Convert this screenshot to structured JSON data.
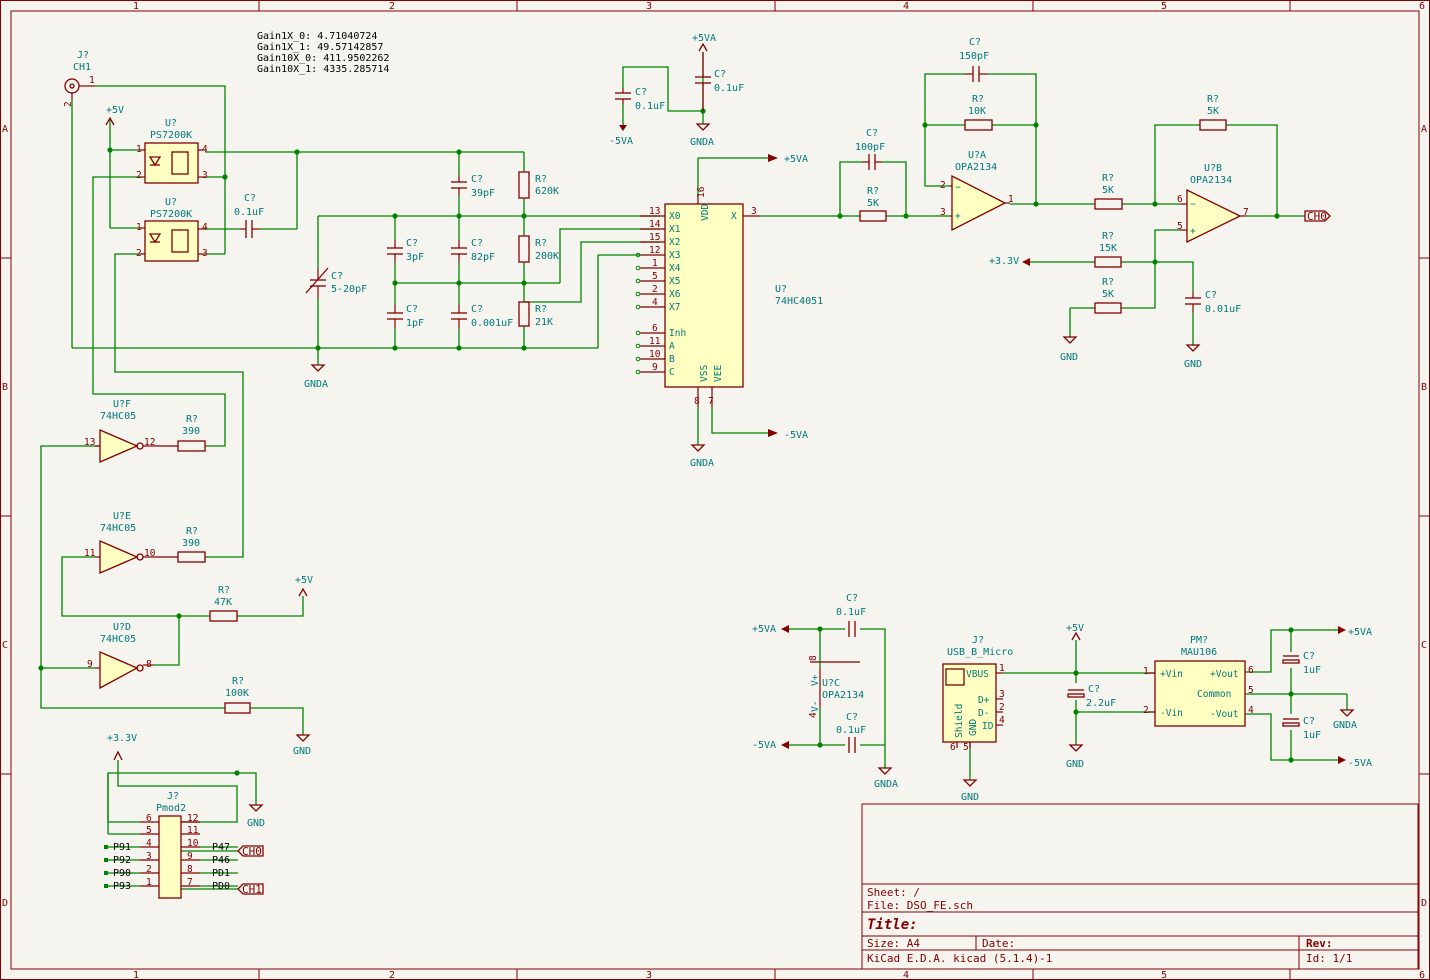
{
  "border": {
    "columns": [
      "1",
      "2",
      "3",
      "4",
      "5",
      "6"
    ],
    "rows": [
      "A",
      "B",
      "C",
      "D"
    ]
  },
  "notes": [
    "Gain1X_0: 4.71040724",
    "Gain1X_1: 49.57142857",
    "Gain10X_0: 411.9502262",
    "Gain10X_1: 4335.285714"
  ],
  "connector_ch1": {
    "ref": "J?",
    "value": "CH1",
    "pin1": "1",
    "pin2": "2"
  },
  "relays": [
    {
      "ref": "U?",
      "value": "PS7200K",
      "pins": [
        "1",
        "2",
        "4",
        "3"
      ]
    },
    {
      "ref": "U?",
      "value": "PS7200K",
      "pins": [
        "1",
        "2",
        "4",
        "3"
      ]
    }
  ],
  "inverters": [
    {
      "ref": "U?F",
      "value": "74HC05",
      "in": "13",
      "out": "12"
    },
    {
      "ref": "U?E",
      "value": "74HC05",
      "in": "11",
      "out": "10"
    },
    {
      "ref": "U?D",
      "value": "74HC05",
      "in": "9",
      "out": "8"
    }
  ],
  "resistors": [
    {
      "ref": "R?",
      "value": "620K"
    },
    {
      "ref": "R?",
      "value": "200K"
    },
    {
      "ref": "R?",
      "value": "21K"
    },
    {
      "ref": "R?",
      "value": "390"
    },
    {
      "ref": "R?",
      "value": "390"
    },
    {
      "ref": "R?",
      "value": "47K"
    },
    {
      "ref": "R?",
      "value": "100K"
    },
    {
      "ref": "R?",
      "value": "5K"
    },
    {
      "ref": "R?",
      "value": "10K"
    },
    {
      "ref": "R?",
      "value": "5K"
    },
    {
      "ref": "R?",
      "value": "5K"
    },
    {
      "ref": "R?",
      "value": "15K"
    },
    {
      "ref": "R?",
      "value": "5K"
    }
  ],
  "capacitors": [
    {
      "ref": "C?",
      "value": "0.1uF"
    },
    {
      "ref": "C?",
      "value": "39pF"
    },
    {
      "ref": "C?",
      "value": "3pF"
    },
    {
      "ref": "C?",
      "value": "82pF"
    },
    {
      "ref": "C?",
      "value": "1pF"
    },
    {
      "ref": "C?",
      "value": "0.001uF"
    },
    {
      "ref": "C?",
      "value": "5-20pF"
    },
    {
      "ref": "C?",
      "value": "0.1uF"
    },
    {
      "ref": "C?",
      "value": "0.1uF"
    },
    {
      "ref": "C?",
      "value": "100pF"
    },
    {
      "ref": "C?",
      "value": "150pF"
    },
    {
      "ref": "C?",
      "value": "0.01uF"
    },
    {
      "ref": "C?",
      "value": "0.1uF"
    },
    {
      "ref": "C?",
      "value": "0.1uF"
    },
    {
      "ref": "C?",
      "value": "2.2uF"
    },
    {
      "ref": "C?",
      "value": "1uF"
    },
    {
      "ref": "C?",
      "value": "1uF"
    }
  ],
  "mux": {
    "ref": "U?",
    "value": "74HC4051",
    "left_pins": [
      {
        "num": "13",
        "name": "X0"
      },
      {
        "num": "14",
        "name": "X1"
      },
      {
        "num": "15",
        "name": "X2"
      },
      {
        "num": "12",
        "name": "X3"
      },
      {
        "num": "1",
        "name": "X4"
      },
      {
        "num": "5",
        "name": "X5"
      },
      {
        "num": "2",
        "name": "X6"
      },
      {
        "num": "4",
        "name": "X7"
      },
      {
        "num": "6",
        "name": "Inh"
      },
      {
        "num": "11",
        "name": "A"
      },
      {
        "num": "10",
        "name": "B"
      },
      {
        "num": "9",
        "name": "C"
      }
    ],
    "vdd_pin": "16",
    "vdd": "VDD",
    "out_pin": "3",
    "out": "X",
    "vss_pin": "8",
    "vss": "VSS",
    "vee_pin": "7",
    "vee": "VEE"
  },
  "opamps": [
    {
      "ref": "U?A",
      "value": "OPA2134",
      "minus": "2",
      "plus": "3",
      "out": "1"
    },
    {
      "ref": "U?B",
      "value": "OPA2134",
      "minus": "6",
      "plus": "5",
      "out": "7"
    },
    {
      "ref": "U?C",
      "value": "OPA2134",
      "vplus_pin": "8",
      "vminus_pin": "4",
      "vplus": "V+",
      "vminus": "V-"
    }
  ],
  "power": {
    "p5v": "+5V",
    "p5va": "+5VA",
    "m5va": "-5VA",
    "p33v": "+3.3V",
    "gnd": "GND",
    "gnda": "GNDA"
  },
  "labels": {
    "ch0": "CH0",
    "ch1": "CH1"
  },
  "pmod": {
    "ref": "J?",
    "value": "Pmod2",
    "left_pins": [
      "6",
      "5",
      "4",
      "3",
      "2",
      "1"
    ],
    "right_pins": [
      "12",
      "11",
      "10",
      "9",
      "8",
      "7"
    ],
    "left_nets": [
      "P91",
      "P92",
      "P90",
      "P93"
    ],
    "right_nets": [
      "P47",
      "P46",
      "PD1",
      "PD0"
    ]
  },
  "usb": {
    "ref": "J?",
    "value": "USB_B_Micro",
    "pins": {
      "vbus": "VBUS",
      "dp": "D+",
      "dm": "D-",
      "id": "ID",
      "shield": "Shield",
      "gnd": "GND"
    },
    "nums": [
      "1",
      "3",
      "2",
      "4",
      "6",
      "5"
    ]
  },
  "dcdc": {
    "ref": "PM?",
    "value": "MAU106",
    "vin_p": "+Vin",
    "vin_m": "-Vin",
    "vout_p": "+Vout",
    "common": "Common",
    "vout_m": "-Vout",
    "nums": [
      "1",
      "2",
      "6",
      "5",
      "4"
    ]
  },
  "title_block": {
    "sheet": "Sheet: /",
    "file": "File: DSO_FE.sch",
    "title": "Title:",
    "size": "Size: A4",
    "date": "Date:",
    "rev": "Rev:",
    "tool": "KiCad E.D.A.  kicad (5.1.4)-1",
    "id": "Id: 1/1"
  }
}
